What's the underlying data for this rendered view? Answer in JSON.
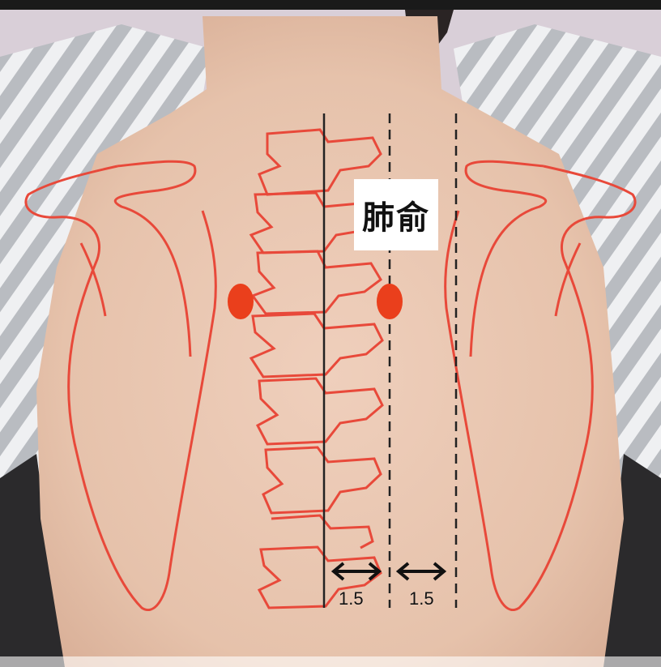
{
  "acupoint": {
    "name": "肺俞"
  },
  "measurements": {
    "left": "1.5",
    "right": "1.5"
  },
  "colors": {
    "skin": "#e8c6b1",
    "outline_red": "#e8493a",
    "acupoint_dot": "#ea3f1c",
    "shirt_stripe": "#b9bcc1",
    "shirt_white": "#eff0f2",
    "background": "#d7cdd6"
  }
}
